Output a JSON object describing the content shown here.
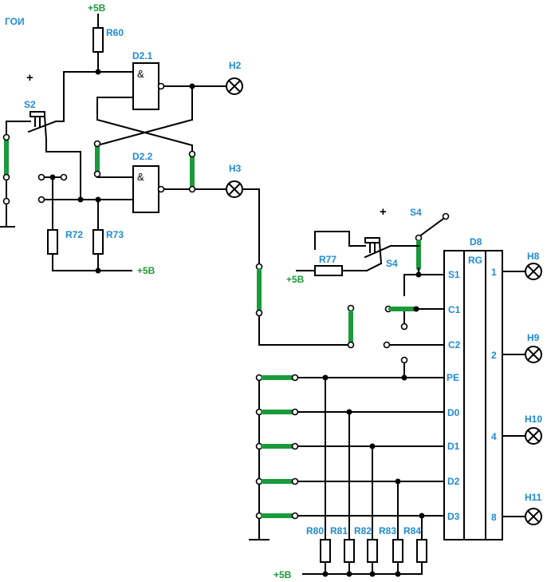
{
  "title": "ГОИ",
  "supply": "+5В",
  "plus_sign": "+",
  "gates": {
    "d21": {
      "name": "D2.1",
      "symbol": "&"
    },
    "d22": {
      "name": "D2.2",
      "symbol": "&"
    }
  },
  "resistors": {
    "r60": "R60",
    "r72": "R72",
    "r73": "R73",
    "r77": "R77",
    "r80": "R80",
    "r81": "R81",
    "r82": "R82",
    "r83": "R83",
    "r84": "R84"
  },
  "switches": {
    "s2": "S2",
    "s4_top": "S4",
    "s4_btn": "S4"
  },
  "lamps": {
    "h2": "H2",
    "h3": "H3",
    "h8": "H8",
    "h9": "H9",
    "h10": "H10",
    "h11": "H11"
  },
  "register": {
    "name": "D8",
    "type": "RG",
    "inputs": [
      "S1",
      "C1",
      "C2",
      "PE",
      "D0",
      "D1",
      "D2",
      "D3"
    ],
    "outputs": [
      "1",
      "2",
      "4",
      "8"
    ]
  }
}
